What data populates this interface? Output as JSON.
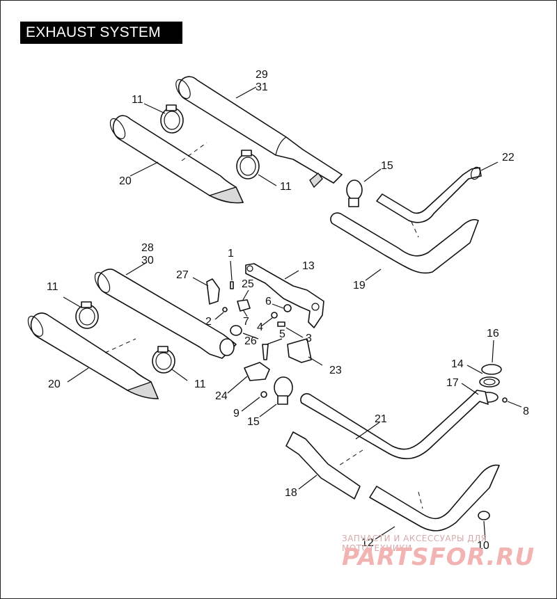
{
  "title": "EXHAUST SYSTEM",
  "callouts": {
    "c1": "1",
    "c2": "2",
    "c3": "3",
    "c4": "4",
    "c5": "5",
    "c6": "6",
    "c7": "7",
    "c8": "8",
    "c9": "9",
    "c10": "10",
    "c11a": "11",
    "c11b": "11",
    "c11c": "11",
    "c11d": "11",
    "c12": "12",
    "c13": "13",
    "c14": "14",
    "c15a": "15",
    "c15b": "15",
    "c16": "16",
    "c17": "17",
    "c18": "18",
    "c19": "19",
    "c20a": "20",
    "c20b": "20",
    "c21": "21",
    "c22": "22",
    "c23": "23",
    "c24": "24",
    "c25": "25",
    "c26": "26",
    "c27": "27",
    "c28": "28",
    "c29": "29",
    "c30": "30",
    "c31": "31"
  },
  "watermark": {
    "line1": "ЗАПЧАСТИ И АКСЕССУАРЫ ДЛЯ МОТОТЕХНИКИ",
    "logo": "PARTSFOR.RU"
  }
}
